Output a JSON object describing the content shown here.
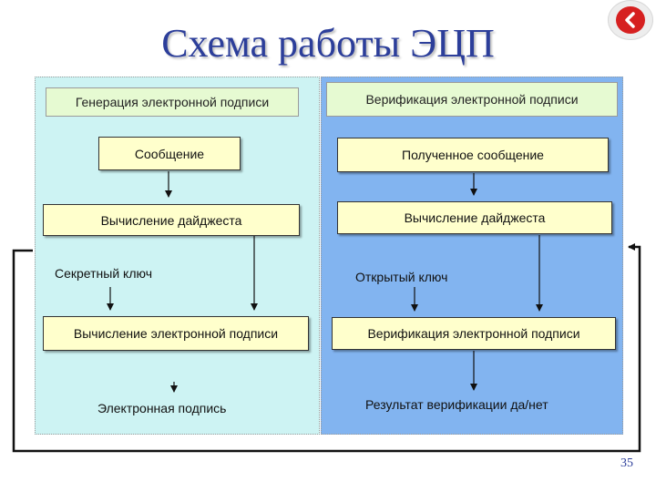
{
  "title": "Схема работы ЭЦП",
  "page_number": "35",
  "icons": {
    "nav": "chevron-left-icon"
  },
  "colors": {
    "left_panel": "#cdf3f3",
    "right_panel": "#82b4f0",
    "box_fill": "#ffffcc",
    "header_fill": "#e6fad2",
    "title": "#2c3e9a"
  },
  "left": {
    "header": "Генерация электронной подписи",
    "message": "Сообщение",
    "digest": "Вычисление дайджеста",
    "key_label": "Секретный ключ",
    "compute_signature": "Вычисление электронной подписи",
    "result": "Электронная подпись"
  },
  "right": {
    "header": "Верификация электронной подписи",
    "message": "Полученное сообщение",
    "digest": "Вычисление дайджеста",
    "key_label": "Открытый ключ",
    "verify_signature": "Верификация электронной подписи",
    "result": "Результат верификации да/нет"
  }
}
